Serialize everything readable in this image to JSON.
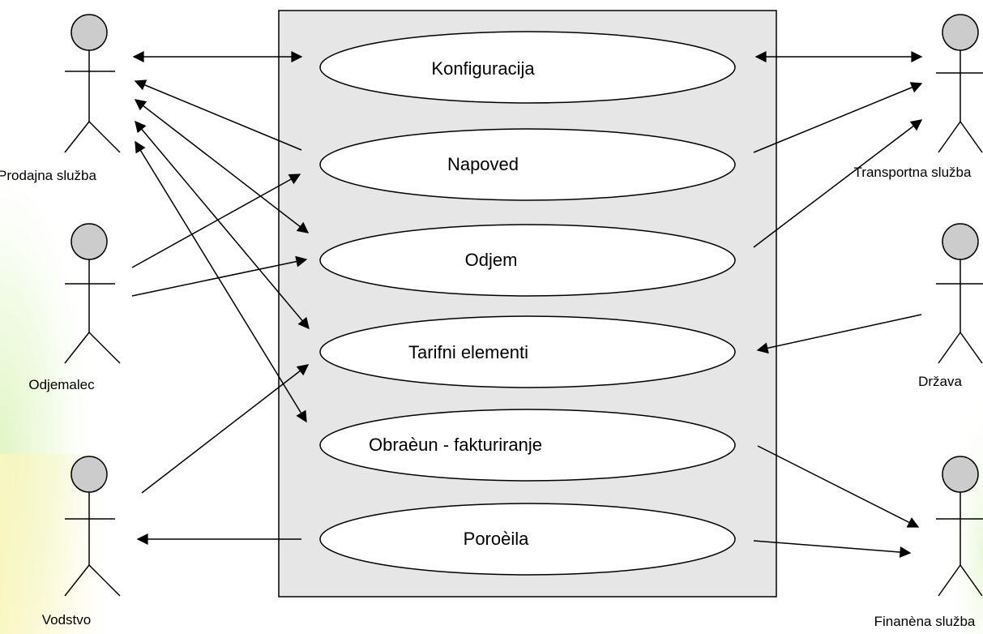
{
  "colors": {
    "background": "#ffffff",
    "system_fill": "#e6e6e6",
    "glow_left": "#e6f7c8",
    "actor_head": "#cccccc",
    "stroke": "#000000"
  },
  "actors": {
    "prodajna": "Prodajna služba",
    "odjemalec": "Odjemalec",
    "vodstvo": "Vodstvo",
    "transportna": "Transportna služba",
    "drzava": "Država",
    "financna": "Finanèna služba"
  },
  "use_cases": {
    "konfiguracija": "Konfiguracija",
    "napoved": "Napoved",
    "odjem": "Odjem",
    "tarifni": "Tarifni elementi",
    "obracun": "Obraèun - fakturiranje",
    "porocila": "Poroèila"
  },
  "relations": [
    {
      "from": "prodajna",
      "to": "konfiguracija",
      "arrow": "both"
    },
    {
      "from": "napoved",
      "to": "prodajna",
      "arrow": "end"
    },
    {
      "from": "prodajna",
      "to": "odjem",
      "arrow": "both"
    },
    {
      "from": "prodajna",
      "to": "tarifni",
      "arrow": "both"
    },
    {
      "from": "prodajna",
      "to": "obracun",
      "arrow": "both"
    },
    {
      "from": "odjemalec",
      "to": "napoved",
      "arrow": "end"
    },
    {
      "from": "odjemalec",
      "to": "odjem",
      "arrow": "end"
    },
    {
      "from": "vodstvo",
      "to": "tarifni",
      "arrow": "end"
    },
    {
      "from": "porocila",
      "to": "vodstvo",
      "arrow": "end"
    },
    {
      "from": "konfiguracija",
      "to": "transportna",
      "arrow": "both"
    },
    {
      "from": "napoved",
      "to": "transportna",
      "arrow": "end"
    },
    {
      "from": "odjem",
      "to": "transportna",
      "arrow": "end"
    },
    {
      "from": "drzava",
      "to": "tarifni",
      "arrow": "end"
    },
    {
      "from": "obracun",
      "to": "financna",
      "arrow": "end"
    },
    {
      "from": "porocila",
      "to": "financna",
      "arrow": "end"
    }
  ]
}
